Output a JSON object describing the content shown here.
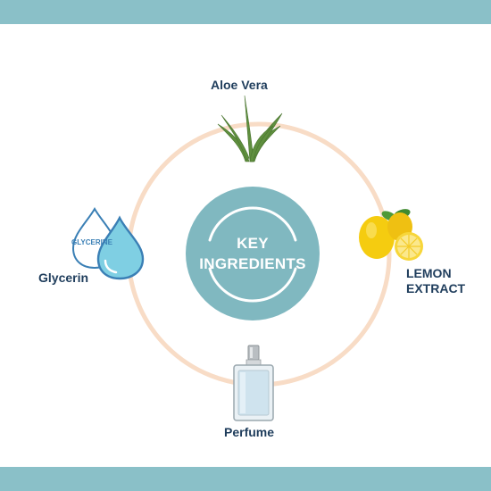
{
  "colors": {
    "band": "#8ac0c8",
    "ring": "#f8dcc6",
    "center": "#80b8c0",
    "label": "#1f3d5c",
    "drop_fill": "#7fcfe3",
    "drop_outline": "#3a7fb5",
    "lemon": "#f5cc10",
    "aloe": "#5f8f3e"
  },
  "center": {
    "line1": "KEY",
    "line2": "INGREDIENTS"
  },
  "ingredients": {
    "aloe": {
      "label": "Aloe Vera",
      "icon": "aloe-plant-icon"
    },
    "lemon": {
      "line1": "LEMON",
      "line2": "EXTRACT",
      "icon": "lemon-icon"
    },
    "glycerin": {
      "label": "Glycerin",
      "icon": "water-drop-icon",
      "drop_text": "GLYCERINE"
    },
    "perfume": {
      "label": "Perfume",
      "icon": "perfume-bottle-icon"
    }
  }
}
